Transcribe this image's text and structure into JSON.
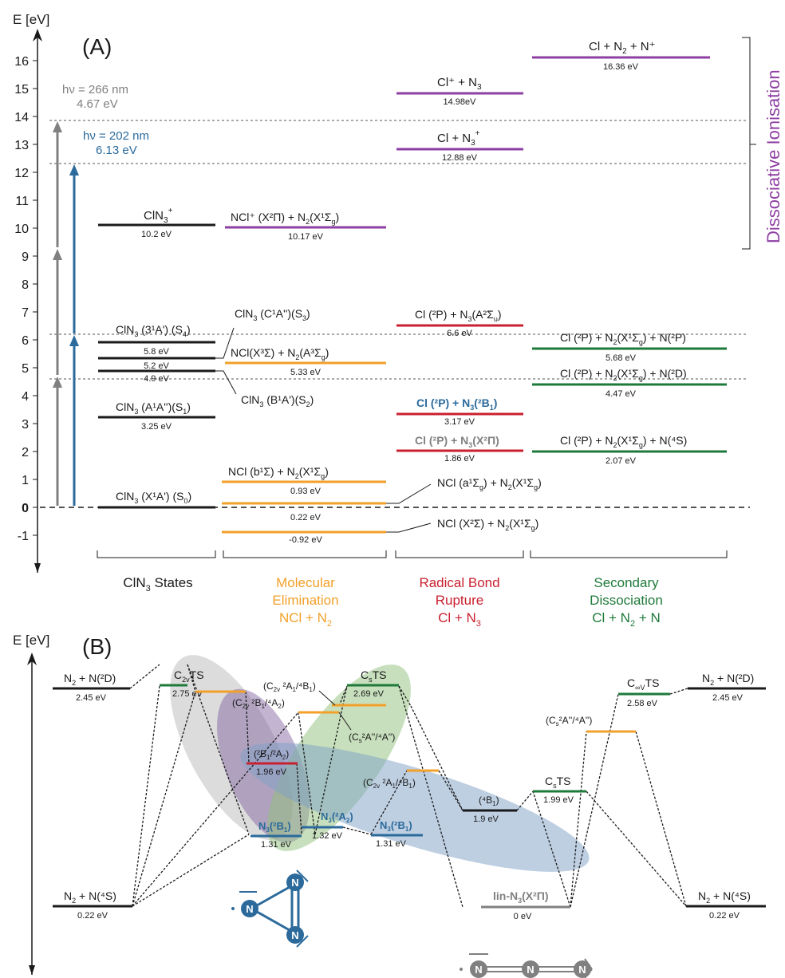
{
  "colors": {
    "purple": "#8e3fa3",
    "orange": "#f2a02a",
    "red": "#c9202f",
    "green": "#1e7a3a",
    "blue": "#2b6a9b",
    "gray": "#808080",
    "black": "#1a1a1a"
  },
  "A": {
    "panel_label": "(A)",
    "axis_title": "E [eV]",
    "ticks": [
      "16",
      "15",
      "14",
      "13",
      "12",
      "11",
      "10",
      "9",
      "8",
      "7",
      "6",
      "5",
      "4",
      "3",
      "2",
      "1",
      "0",
      "-1"
    ],
    "hv266_line1": "hν = 266 nm",
    "hv266_line2": "4.67 eV",
    "hv202_line1": "hν = 202 nm",
    "hv202_line2": "6.13 eV",
    "dissociative_ionisation": "Dissociative Ionisation",
    "clN3_plus": {
      "name": "ClN",
      "sub": "3",
      "sup": "+",
      "value": "10.2 eV"
    },
    "ncl_plus": {
      "value": "10.17 eV"
    },
    "cl_plus_n3": {
      "value": "14.98eV"
    },
    "cl_n3_plus": {
      "value": "12.88 eV"
    },
    "cl_n2_nplus": {
      "text": "Cl + N",
      "value": "16.36 eV"
    },
    "s4": {
      "value": "5.8 eV"
    },
    "s3": {
      "value": "5.2 eV"
    },
    "s2": {
      "value": "4.9 eV"
    },
    "s1": {
      "value": "3.25 eV"
    },
    "s0": {
      "value": ""
    },
    "ncl_x3": {
      "value": "5.33 eV"
    },
    "ncl_b1": {
      "value": "0.93 eV"
    },
    "ncl_a1": {
      "value": "0.22 eV"
    },
    "ncl_x2": {
      "value": "-0.92 eV"
    },
    "cl_n3_a2": {
      "value": "6.6 eV"
    },
    "cl_n3_2b1": {
      "value": "3.17 eV"
    },
    "cl_n3_x2": {
      "value": "1.86 eV"
    },
    "sec_2p": {
      "value": "5.68 eV"
    },
    "sec_2d": {
      "value": "4.47 eV"
    },
    "sec_4s": {
      "value": "2.07 eV"
    },
    "groups": {
      "clN3_states": "ClN",
      "mol_elim_1": "Molecular",
      "mol_elim_2": "Elimination",
      "mol_elim_3": "NCl + N",
      "rad_1": "Radical Bond",
      "rad_2": "Rupture",
      "rad_3": "Cl + N",
      "sec_1": "Secondary",
      "sec_2": "Dissociation",
      "sec_3": "Cl + N"
    }
  },
  "B": {
    "panel_label": "(B)",
    "axis_title": "E [eV]",
    "n2_n2d_left": {
      "value": "2.45 eV"
    },
    "n2_n4s_left": {
      "value": "0.22 eV"
    },
    "c2v_ts": {
      "value": "2.75 eV"
    },
    "cs_ts_top": {
      "value": "2.69 eV"
    },
    "b1a2_red": {
      "value": "1.96 eV"
    },
    "n3_2b1_a": {
      "value": "1.31 eV"
    },
    "n3_2a2": {
      "value": "1.32 eV"
    },
    "n3_2b1_b": {
      "value": "1.31 eV"
    },
    "b1_4": {
      "value": "1.9 eV"
    },
    "cs_ts_mid": {
      "value": "1.99 eV"
    },
    "cinf_ts": {
      "value": "2.58 eV"
    },
    "lin_n3": {
      "value": "0 eV"
    },
    "n2_n2d_right": {
      "value": "2.45 eV"
    },
    "n2_n4s_right": {
      "value": "0.22 eV"
    },
    "atom_n": "N"
  }
}
